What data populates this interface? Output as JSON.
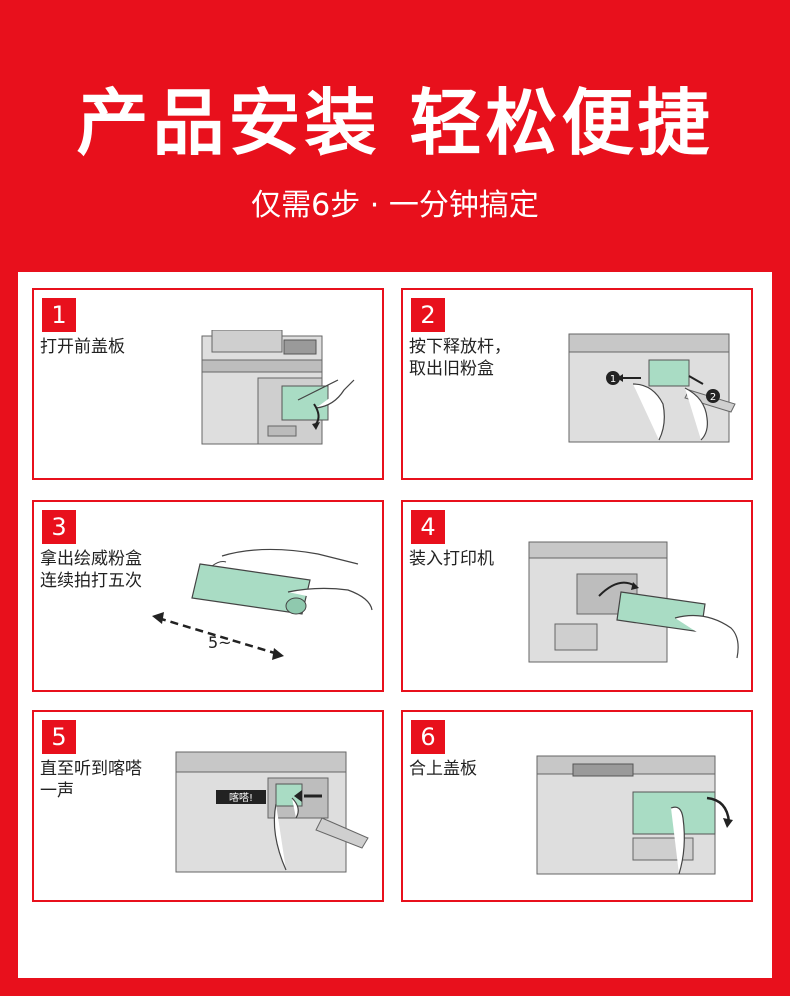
{
  "header": {
    "title": "产品安装 轻松便捷",
    "subtitle": "仅需6步 · 一分钟搞定"
  },
  "steps": [
    {
      "number": "1",
      "text": "打开前盖板"
    },
    {
      "number": "2",
      "text": "按下释放杆，\n取出旧粉盒"
    },
    {
      "number": "3",
      "text": "拿出绘威粉盒\n连续拍打五次"
    },
    {
      "number": "4",
      "text": "装入打印机"
    },
    {
      "number": "5",
      "text": "直至听到喀嗒\n一声"
    },
    {
      "number": "6",
      "text": "合上盖板"
    }
  ],
  "illustrations": {
    "step2_marker_1": "1",
    "step2_marker_2": "2",
    "step3_count": "5~",
    "step5_bubble": "喀嗒!"
  },
  "colors": {
    "brand_red": "#e8101c",
    "toner_green": "#a9dcc4",
    "machine_gray": "#d9d9d9"
  }
}
